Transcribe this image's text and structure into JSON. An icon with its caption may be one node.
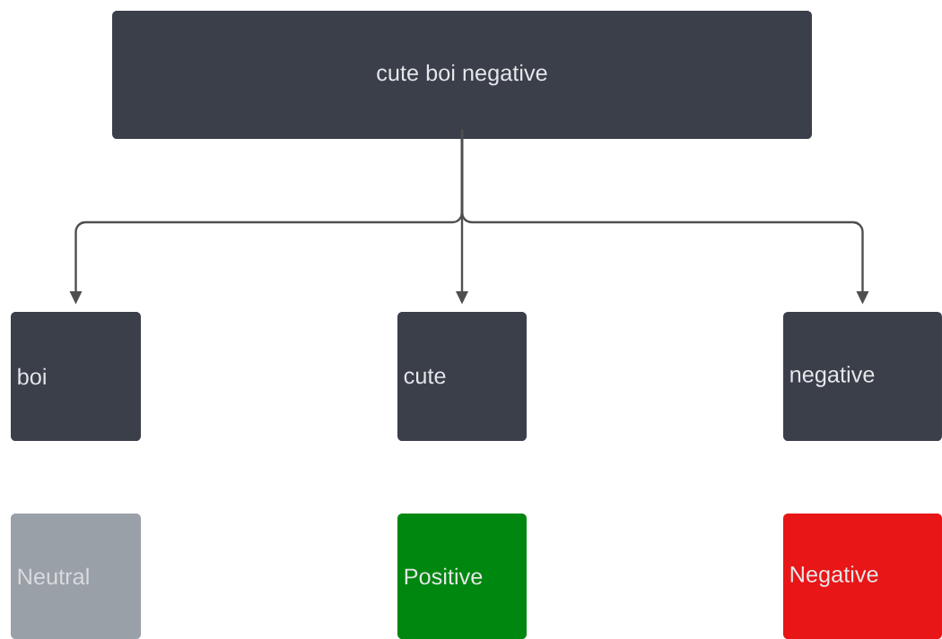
{
  "diagram": {
    "nodes": [
      {
        "text": [
          "cute boi negative"
        ]
      },
      {
        "text": [
          "boi"
        ]
      },
      {
        "text": [
          "cute"
        ]
      },
      {
        "text": [
          "negative"
        ]
      },
      {
        "text": [
          "Neutral"
        ]
      },
      {
        "text": [
          "Positive"
        ]
      },
      {
        "text": [
          "Negative"
        ]
      }
    ],
    "edges": [
      {
        "from": 0,
        "to": 1,
        "arrow": "to"
      },
      {
        "from": 0,
        "to": 2,
        "arrow": "to"
      },
      {
        "from": 0,
        "to": 3,
        "arrow": "to"
      }
    ]
  }
}
